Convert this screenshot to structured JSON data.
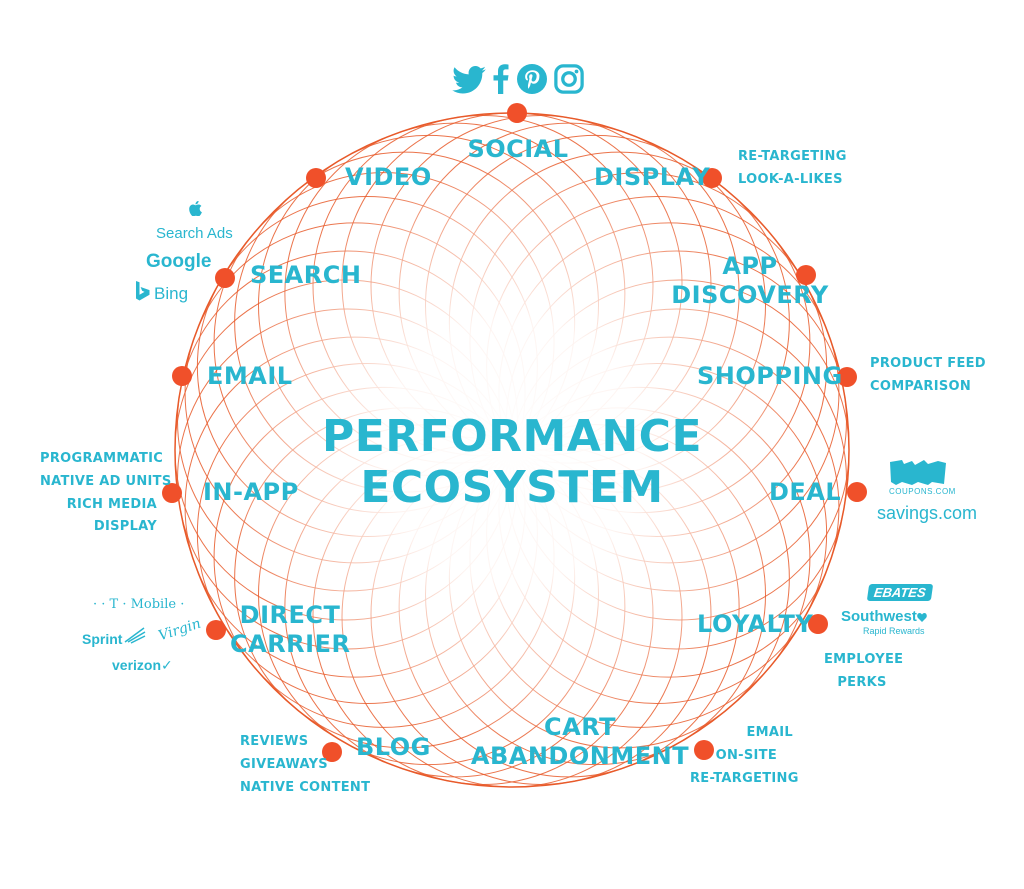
{
  "title": [
    "PERFORMANCE",
    "ECOSYSTEM"
  ],
  "nodes": {
    "social": "SOCIAL",
    "display": "DISPLAY",
    "app_discovery": [
      "APP",
      "DISCOVERY"
    ],
    "shopping": "SHOPPING",
    "deal": "DEAL",
    "loyalty": "LOYALTY",
    "cart_abandonment": [
      "CART",
      "ABANDONMENT"
    ],
    "blog": "BLOG",
    "direct_carrier": [
      "DIRECT",
      "CARRIER"
    ],
    "in_app": "IN-APP",
    "email": "EMAIL",
    "search": "SEARCH",
    "video": "VIDEO"
  },
  "details": {
    "display": [
      "RE-TARGETING",
      "LOOK-A-LIKES"
    ],
    "shopping": [
      "PRODUCT FEED",
      "COMPARISON"
    ],
    "loyalty": [
      "EMPLOYEE",
      "PERKS"
    ],
    "cart_abandonment": [
      "EMAIL",
      "ON-SITE",
      "RE-TARGETING"
    ],
    "blog": [
      "REVIEWS",
      "GIVEAWAYS",
      "NATIVE CONTENT"
    ],
    "in_app": [
      "PROGRAMMATIC",
      "NATIVE AD UNITS",
      "RICH MEDIA",
      "DISPLAY"
    ]
  },
  "brands": {
    "search_ads": "Search Ads",
    "google": "Google",
    "bing": "Bing",
    "coupons": "COUPONS.COM",
    "savings": "savings.com",
    "ebates": "EBATES",
    "southwest": "Southwest",
    "rapid_rewards": "Rapid Rewards",
    "tmobile": "· · T · Mobile ·",
    "sprint": "Sprint",
    "virgin": "Virgin",
    "verizon": "verizon✓"
  },
  "icons": [
    "twitter-icon",
    "facebook-icon",
    "pinterest-icon",
    "instagram-icon",
    "apple-icon",
    "bing-icon",
    "sprint-icon"
  ],
  "colors": {
    "accent": "#29b6cf",
    "ring": "#e85a2a",
    "dot": "#f0502a"
  }
}
